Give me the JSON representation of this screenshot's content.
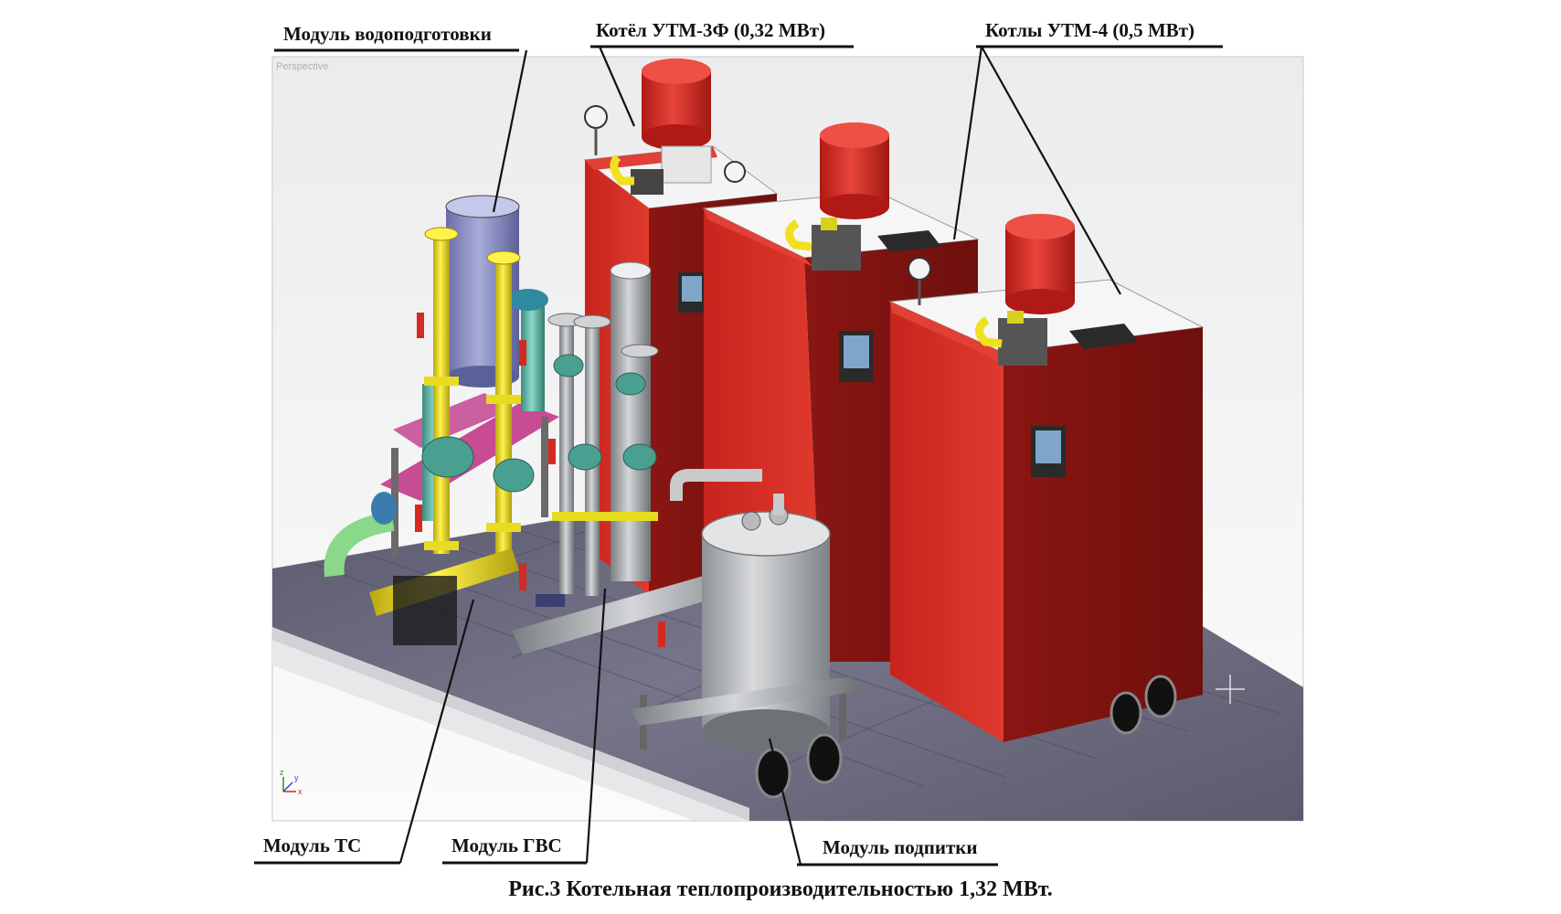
{
  "viewport_label": "Perspective",
  "labels": {
    "water_module": "Модуль водоподготовки",
    "boiler_3f": "Котёл УТМ-3Ф (0,32 МВт)",
    "boilers_4": "Котлы УТМ-4 (0,5 МВт)",
    "module_ts": "Модуль ТС",
    "module_gvs": "Модуль ГВС",
    "module_makeup": "Модуль подпитки"
  },
  "caption": "Рис.3  Котельная теплопроизводительностью 1,32 МВт.",
  "axis": {
    "x": "x",
    "y": "y",
    "z": "z"
  },
  "colors": {
    "boiler_red": "#d42a22",
    "boiler_dark": "#8a1612",
    "pipe_yellow": "#f0e020",
    "pipe_gray": "#a8acb0",
    "valve_teal": "#5fb8a8",
    "filter_blue": "#8b8fc0",
    "floor": "#6a6878",
    "frame_magenta": "#c23a8a"
  }
}
